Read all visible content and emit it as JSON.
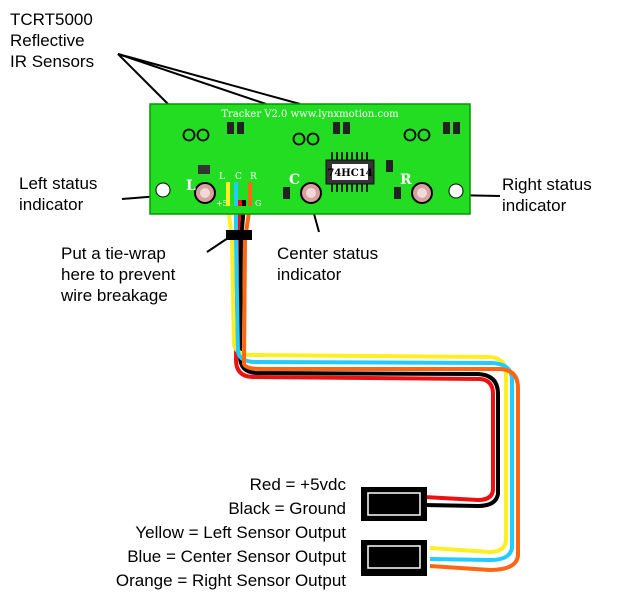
{
  "callouts": {
    "sensors_line1": "TCRT5000",
    "sensors_line2": "Reflective",
    "sensors_line3": "IR Sensors",
    "left_line1": "Left status",
    "left_line2": "indicator",
    "right_line1": "Right status",
    "right_line2": "indicator",
    "center_line1": "Center status",
    "center_line2": "indicator",
    "tie_line1": "Put a tie-wrap",
    "tie_line2": "here to prevent",
    "tie_line3": "wire breakage"
  },
  "board": {
    "silkscreen_title": "Tracker V2.0 www.lynxmotion.com",
    "chip_label": "74HC14",
    "led_left": "L",
    "led_center": "C",
    "led_right": "R",
    "wire_l": "L",
    "wire_c": "C",
    "wire_r": "R",
    "pin_plus5": "+5",
    "pin_gnd": "G",
    "color_board": "#22dd22",
    "color_board_dark": "#009900"
  },
  "legend": {
    "red": "Red = +5vdc",
    "black": "Black = Ground",
    "yellow": "Yellow = Left Sensor Output",
    "blue": "Blue = Center Sensor Output",
    "orange": "Orange = Right Sensor Output"
  },
  "wire_colors": {
    "red": "#ee1111",
    "black": "#000000",
    "yellow": "#ffee22",
    "blue": "#22ccff",
    "orange": "#ff6611"
  }
}
